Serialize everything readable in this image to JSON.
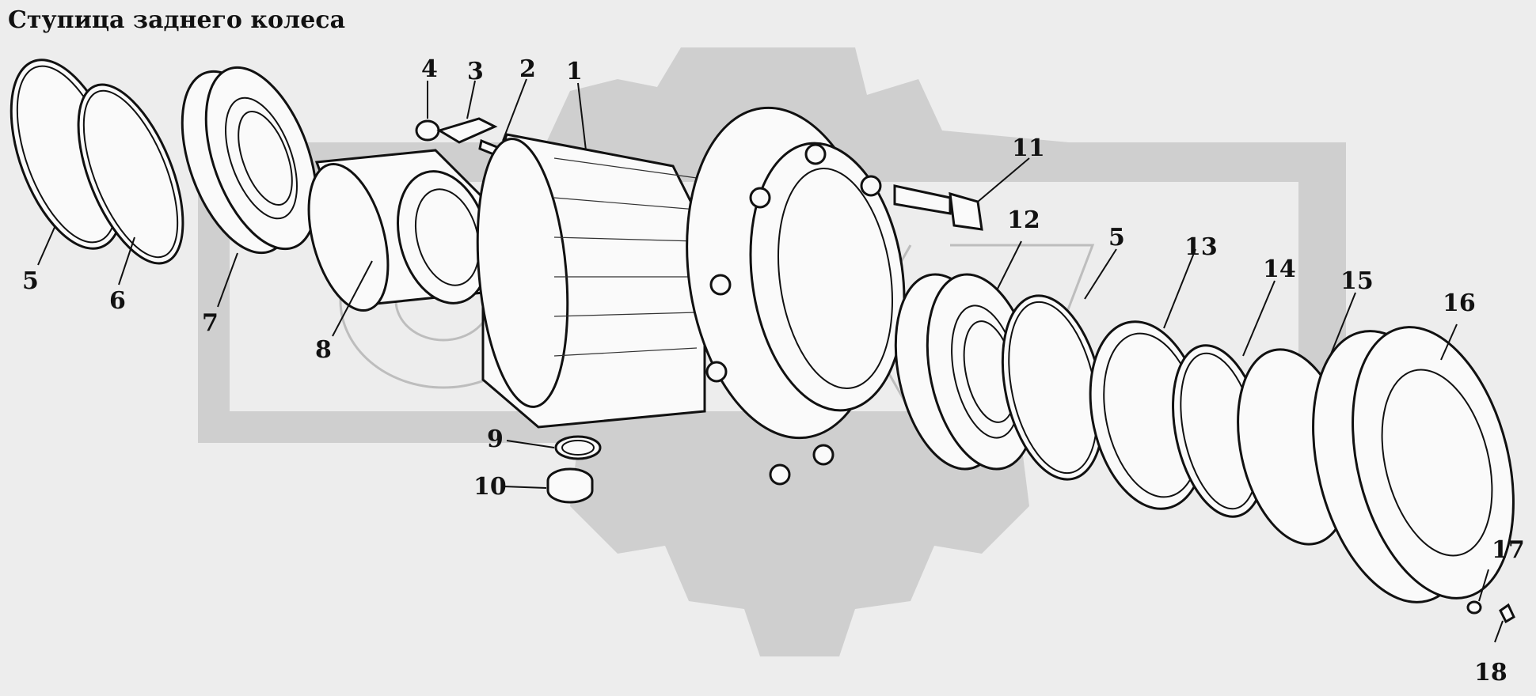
{
  "title": "Ступица заднего колеса",
  "callouts": [
    "1",
    "2",
    "3",
    "4",
    "5",
    "5",
    "6",
    "7",
    "8",
    "9",
    "10",
    "11",
    "12",
    "13",
    "14",
    "15",
    "16",
    "17",
    "18"
  ]
}
